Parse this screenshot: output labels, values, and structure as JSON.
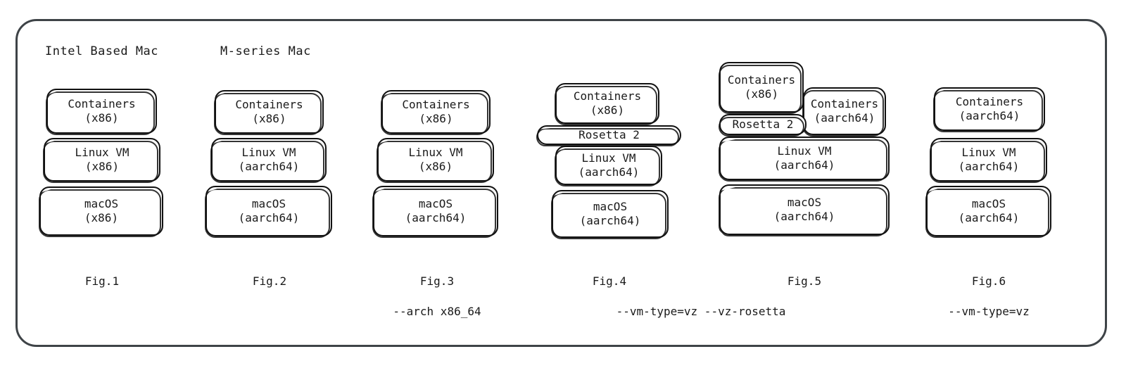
{
  "diagram": {
    "title_headers": [
      {
        "label": "Intel Based Mac"
      },
      {
        "label": "M-series Mac"
      }
    ],
    "figures": [
      {
        "id": "fig1",
        "caption": "Fig.1",
        "flag": "",
        "boxes": [
          {
            "name": "containers",
            "line1": "Containers",
            "line2": "(x86)"
          },
          {
            "name": "linux-vm",
            "line1": "Linux VM",
            "line2": "(x86)"
          },
          {
            "name": "macos",
            "line1": "macOS",
            "line2": "(x86)"
          }
        ]
      },
      {
        "id": "fig2",
        "caption": "Fig.2",
        "flag": "",
        "boxes": [
          {
            "name": "containers",
            "line1": "Containers",
            "line2": "(x86)"
          },
          {
            "name": "linux-vm",
            "line1": "Linux VM",
            "line2": "(aarch64)"
          },
          {
            "name": "macos",
            "line1": "macOS",
            "line2": "(aarch64)"
          }
        ]
      },
      {
        "id": "fig3",
        "caption": "Fig.3",
        "flag": "--arch x86_64",
        "boxes": [
          {
            "name": "containers",
            "line1": "Containers",
            "line2": "(x86)"
          },
          {
            "name": "linux-vm",
            "line1": "Linux VM",
            "line2": "(x86)"
          },
          {
            "name": "macos",
            "line1": "macOS",
            "line2": "(aarch64)"
          }
        ]
      },
      {
        "id": "fig4",
        "caption": "Fig.4",
        "flag": "--vm-type=vz --vz-rosetta",
        "boxes": [
          {
            "name": "containers",
            "line1": "Containers",
            "line2": "(x86)"
          },
          {
            "name": "rosetta",
            "line1": "Rosetta 2",
            "line2": ""
          },
          {
            "name": "linux-vm",
            "line1": "Linux VM",
            "line2": "(aarch64)"
          },
          {
            "name": "macos",
            "line1": "macOS",
            "line2": "(aarch64)"
          }
        ]
      },
      {
        "id": "fig5",
        "caption": "Fig.5",
        "flag": "",
        "boxes": [
          {
            "name": "containers-x86",
            "line1": "Containers",
            "line2": "(x86)"
          },
          {
            "name": "containers-aarch64",
            "line1": "Containers",
            "line2": "(aarch64)"
          },
          {
            "name": "rosetta",
            "line1": "Rosetta 2",
            "line2": ""
          },
          {
            "name": "linux-vm",
            "line1": "Linux VM",
            "line2": "(aarch64)"
          },
          {
            "name": "macos",
            "line1": "macOS",
            "line2": "(aarch64)"
          }
        ]
      },
      {
        "id": "fig6",
        "caption": "Fig.6",
        "flag": "--vm-type=vz",
        "boxes": [
          {
            "name": "containers",
            "line1": "Containers",
            "line2": "(aarch64)"
          },
          {
            "name": "linux-vm",
            "line1": "Linux VM",
            "line2": "(aarch64)"
          },
          {
            "name": "macos",
            "line1": "macOS",
            "line2": "(aarch64)"
          }
        ]
      }
    ],
    "colors": {
      "frame_stroke": "#3e4347",
      "box_stroke": "#111111",
      "text": "#1a1a1a",
      "background": "#ffffff"
    }
  }
}
